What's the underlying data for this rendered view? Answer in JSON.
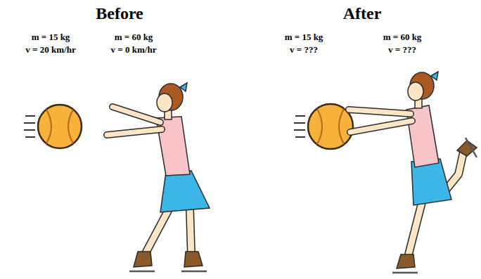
{
  "diagram": {
    "labels": [
      "Before",
      "After",
      "m = 15 kg",
      "v = 20 km/hr",
      "m = 60 kg",
      "v = 0 km/hr",
      "m = 15 kg",
      "v = ???",
      "m = 60 kg",
      "v = ???"
    ]
  }
}
